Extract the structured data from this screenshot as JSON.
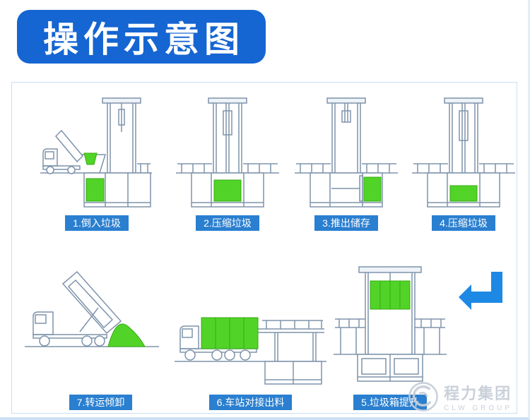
{
  "title": "操作示意图",
  "steps": [
    {
      "id": 1,
      "label": "1.倒入垃圾"
    },
    {
      "id": 2,
      "label": "2.压缩垃圾"
    },
    {
      "id": 3,
      "label": "3.推出储存"
    },
    {
      "id": 4,
      "label": "4.压缩垃圾"
    },
    {
      "id": 5,
      "label": "5.垃圾箱提升"
    },
    {
      "id": 6,
      "label": "6.车站对接出料"
    },
    {
      "id": 7,
      "label": "7.转运倾卸"
    }
  ],
  "watermark": {
    "brand": "程力集团",
    "sub": "CLW GROUP"
  },
  "colors": {
    "title_bg": "#1565d2",
    "label_bg": "#2a7fd0",
    "arrow": "#1e88e5",
    "garbage_green": "#52d328",
    "line_art": "#7e93ab"
  }
}
